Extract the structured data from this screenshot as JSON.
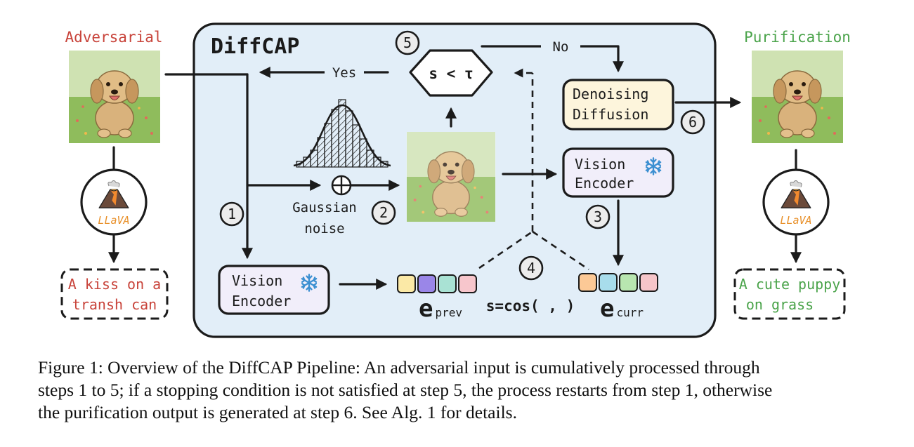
{
  "diagram": {
    "panel_title": "DiffCAP",
    "input_label": "Adversarial",
    "output_label": "Purification",
    "decision": {
      "condition": "s < τ",
      "yes_label": "Yes",
      "no_label": "No"
    },
    "denoise_box": {
      "line1": "Denoising",
      "line2": "Diffusion"
    },
    "encoder_box": {
      "line1": "Vision",
      "line2": "Encoder"
    },
    "noise_label": {
      "line1": "Gaussian",
      "line2": "noise"
    },
    "model_name": "LLaVA",
    "adv_caption": {
      "line1": "A kiss on a",
      "line2": "transh can"
    },
    "pure_caption": {
      "line1": "A cute puppy",
      "line2": "on grass"
    },
    "embeddings": {
      "prev_symbol": "e",
      "prev_sub": "prev",
      "curr_symbol": "e",
      "curr_sub": "curr",
      "similarity": "s=cos( , )",
      "prev_colors": [
        "#fbe9a6",
        "#9a86e8",
        "#a9e2d4",
        "#f7c6cc"
      ],
      "curr_colors": [
        "#fcc996",
        "#a8ddec",
        "#b8e6b0",
        "#f6c5c9"
      ]
    },
    "steps": [
      "1",
      "2",
      "3",
      "4",
      "5",
      "6"
    ],
    "colors": {
      "panel_bg": "#e2eef8",
      "adversarial_text": "#c8433a",
      "purification_text": "#4aa34a",
      "denoise_fill": "#fdf5dc",
      "encoder_fill": "#f1eefa",
      "llava_text": "#e8902a",
      "step_circle_fill": "#ececec",
      "snowflake": "#3b8fd1"
    }
  },
  "caption": {
    "line1": "Figure 1: Overview of the DiffCAP Pipeline: An adversarial input is cumulatively processed through",
    "line2": "steps 1 to 5; if a stopping condition is not satisfied at step 5, the process restarts from step 1, otherwise",
    "line3": "the purification output is generated at step 6. See Alg. 1 for details."
  }
}
